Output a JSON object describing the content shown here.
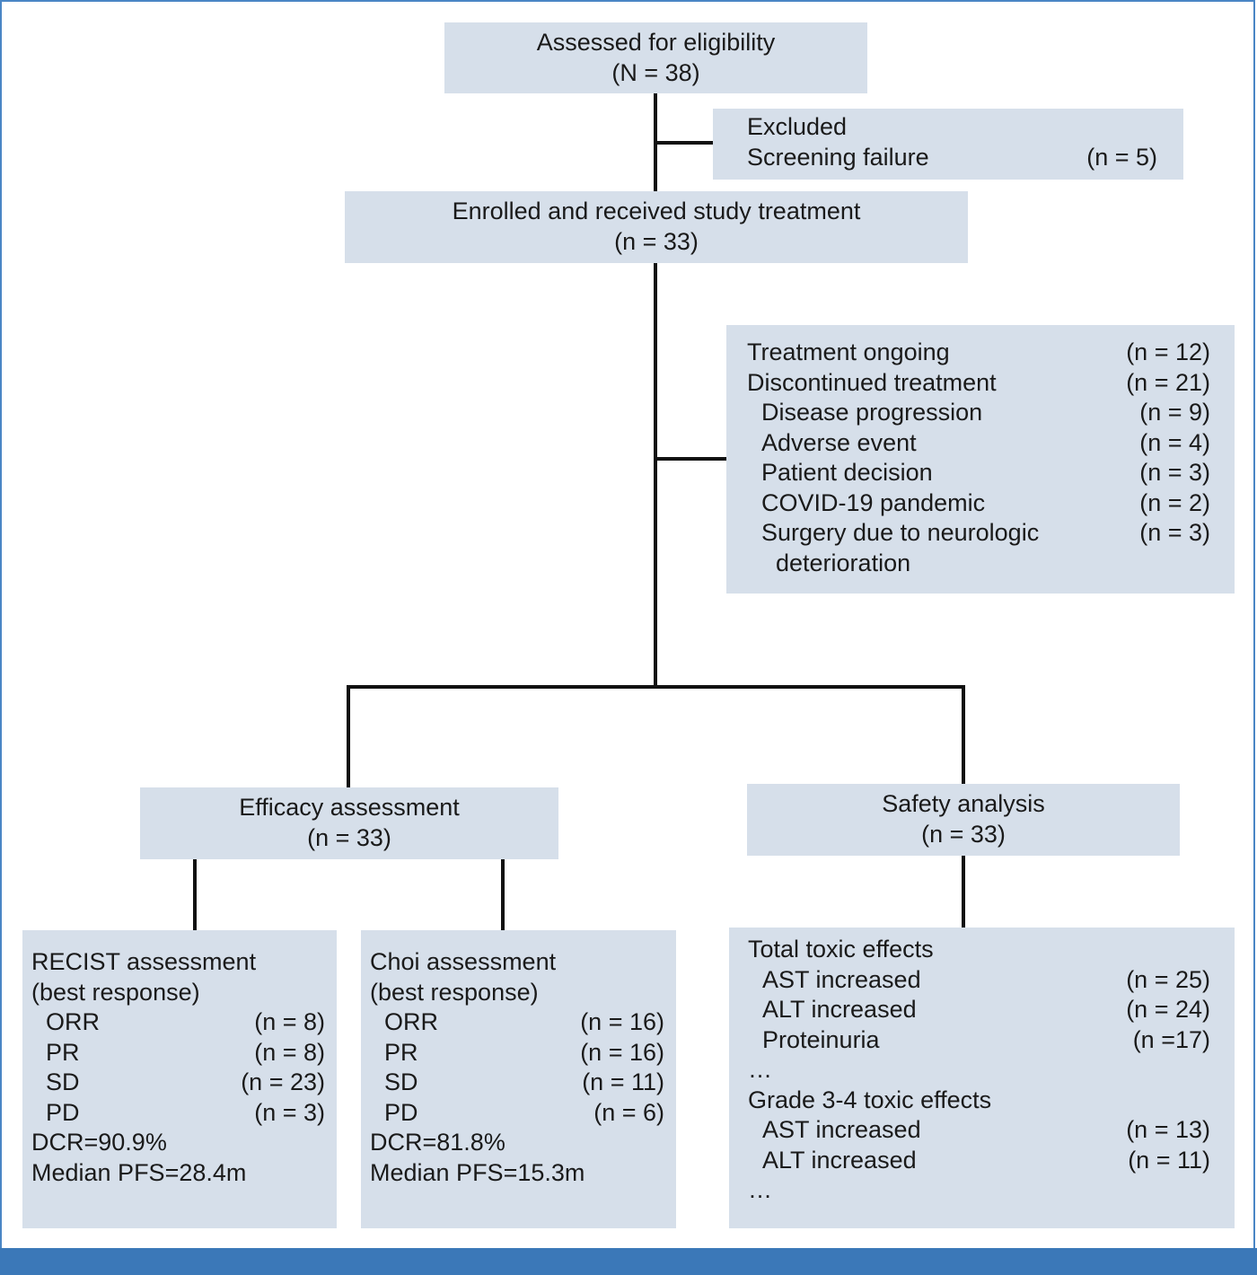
{
  "eligibility": {
    "title": "Assessed for eligibility",
    "count": "(N = 38)"
  },
  "excluded": {
    "title": "Excluded",
    "rows": [
      {
        "label": "Screening failure",
        "value": "(n = 5)"
      }
    ]
  },
  "enrolled": {
    "title": "Enrolled and received study treatment",
    "count": "(n = 33)"
  },
  "treatment": {
    "rows": [
      {
        "label": "Treatment ongoing",
        "value": "(n = 12)"
      },
      {
        "label": "Discontinued treatment",
        "value": "(n = 21)"
      },
      {
        "label": "Disease progression",
        "value": "(n = 9)"
      },
      {
        "label": "Adverse event",
        "value": "(n = 4)"
      },
      {
        "label": "Patient decision",
        "value": "(n = 3)"
      },
      {
        "label": "COVID-19 pandemic",
        "value": "(n = 2)"
      },
      {
        "label": "Surgery due to neurologic",
        "value": "(n = 3)"
      },
      {
        "label": "deterioration",
        "value": ""
      }
    ]
  },
  "efficacy": {
    "title": "Efficacy assessment",
    "count": "(n = 33)"
  },
  "safety": {
    "title": "Safety analysis",
    "count": "(n = 33)"
  },
  "recist": {
    "title": "RECIST assessment",
    "subtitle": "(best response)",
    "rows": [
      {
        "label": "ORR",
        "value": "(n = 8)"
      },
      {
        "label": "PR",
        "value": "(n = 8)"
      },
      {
        "label": "SD",
        "value": "(n = 23)"
      },
      {
        "label": "PD",
        "value": "(n = 3)"
      }
    ],
    "dcr": "DCR=90.9%",
    "pfs": "Median PFS=28.4m"
  },
  "choi": {
    "title": "Choi assessment",
    "subtitle": "(best response)",
    "rows": [
      {
        "label": "ORR",
        "value": "(n = 16)"
      },
      {
        "label": "PR",
        "value": "(n = 16)"
      },
      {
        "label": "SD",
        "value": "(n = 11)"
      },
      {
        "label": "PD",
        "value": "(n = 6)"
      }
    ],
    "dcr": "DCR=81.8%",
    "pfs": "Median PFS=15.3m"
  },
  "toxicity": {
    "total_title": "Total toxic effects",
    "total_rows": [
      {
        "label": "AST increased",
        "value": "(n = 25)"
      },
      {
        "label": "ALT increased",
        "value": "(n = 24)"
      },
      {
        "label": "Proteinuria",
        "value": "(n =17)"
      }
    ],
    "ellipsis1": "…",
    "grade_title": "Grade 3-4 toxic effects",
    "grade_rows": [
      {
        "label": "AST increased",
        "value": "(n = 13)"
      },
      {
        "label": "ALT increased",
        "value": "(n = 11)"
      }
    ],
    "ellipsis2": "…"
  },
  "colors": {
    "box_fill": "#d6dfea",
    "connector": "#111111",
    "frame": "#4a86c5",
    "footer": "#3b78b8"
  }
}
